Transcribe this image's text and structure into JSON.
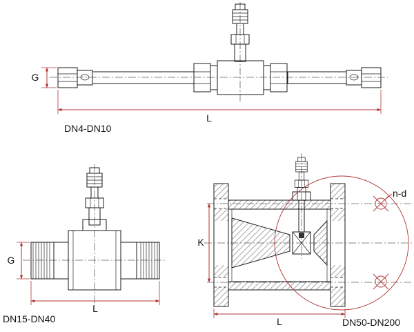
{
  "drawing": {
    "views": [
      {
        "id": "dn4-dn10",
        "label": "DN4-DN10",
        "dims": {
          "g": "G",
          "l": "L"
        }
      },
      {
        "id": "dn15-dn40",
        "label": "DN15-DN40",
        "dims": {
          "g": "G",
          "l": "L"
        }
      },
      {
        "id": "dn50-dn200",
        "label": "DN50-DN200",
        "dims": {
          "k": "K",
          "l": "L",
          "bolt_holes": "n-d"
        }
      }
    ]
  },
  "colors": {
    "outline": "#1a1a1a",
    "dimension": "#b03434",
    "centerline": "#606060",
    "background": "#ffffff"
  }
}
